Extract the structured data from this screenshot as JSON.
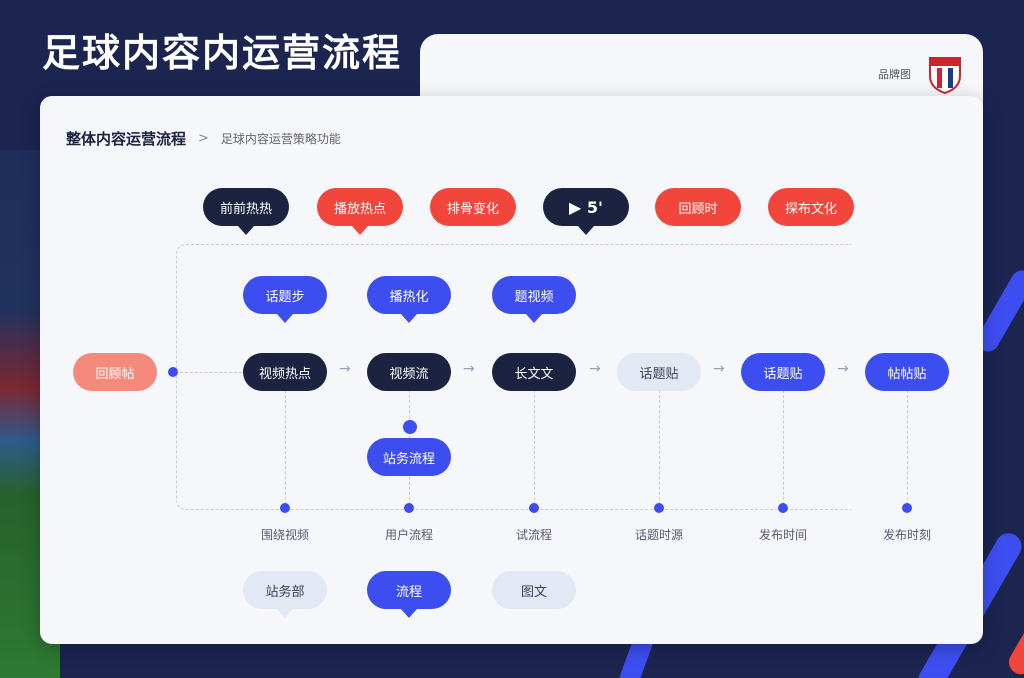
{
  "page_title": "足球内容内运营流程",
  "badge": "品牌图",
  "breadcrumb": {
    "main": "整体内容运营流程",
    "sep": ">",
    "sub": "足球内容运营策略功能"
  },
  "top_row": [
    {
      "label": "前前热热",
      "style": "navy"
    },
    {
      "label": "播放热点",
      "style": "red"
    },
    {
      "label": "排骨变化",
      "style": "red"
    },
    {
      "label": "▶ 5'",
      "style": "navy"
    },
    {
      "label": "回顾时",
      "style": "red"
    },
    {
      "label": "探布文化",
      "style": "red"
    }
  ],
  "callouts_upper": [
    {
      "label": "话题步",
      "style": "blue"
    },
    {
      "label": "播热化",
      "style": "blue"
    },
    {
      "label": "题视频",
      "style": "blue"
    }
  ],
  "start_node": "回顾帖",
  "main_row": [
    {
      "label": "视频热点",
      "style": "navy"
    },
    {
      "label": "视频流",
      "style": "navy"
    },
    {
      "label": "长文文",
      "style": "navy"
    },
    {
      "label": "话题贴",
      "style": "pale"
    },
    {
      "label": "话题贴",
      "style": "blue"
    },
    {
      "label": "帖帖贴",
      "style": "blue"
    }
  ],
  "branch_node": "站务流程",
  "bottom_labels": [
    "围绕视频",
    "用户流程",
    "试流程",
    "话题时源",
    "发布时间",
    "发布时刻"
  ],
  "bottom_row": [
    {
      "label": "站务部",
      "style": "pale"
    },
    {
      "label": "流程",
      "style": "blue"
    },
    {
      "label": "图文",
      "style": "pale"
    }
  ],
  "colors": {
    "navy": "#1c2340",
    "red": "#f2463c",
    "blue": "#3d4ef0",
    "pale": "#e3e8f5",
    "salmon": "#f58a7c"
  }
}
